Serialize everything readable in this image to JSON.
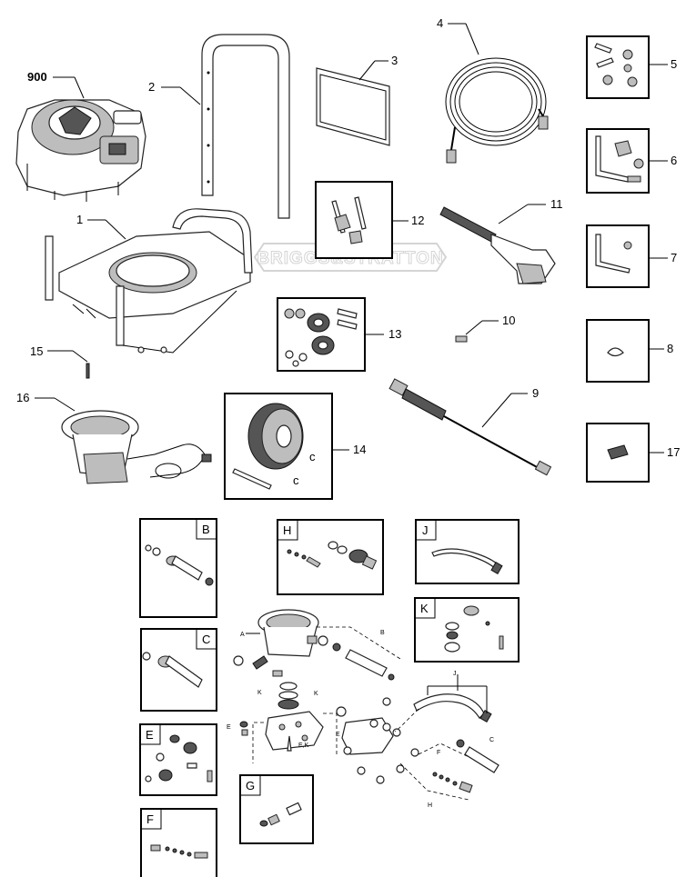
{
  "callouts": {
    "c900": "900",
    "c1": "1",
    "c2": "2",
    "c3": "3",
    "c4": "4",
    "c5": "5",
    "c6": "6",
    "c7": "7",
    "c8": "8",
    "c9": "9",
    "c10": "10",
    "c11": "11",
    "c12": "12",
    "c13": "13",
    "c14": "14",
    "c15": "15",
    "c16": "16",
    "c17": "17"
  },
  "kit_boxes": {
    "b": "B",
    "c": "C",
    "e": "E",
    "f": "F",
    "g": "G",
    "h": "H",
    "j": "J",
    "k": "K"
  },
  "pump_labels": {
    "a": "A",
    "b": "B",
    "c": "C",
    "e1": "E",
    "e2": "E",
    "f": "F",
    "h": "H",
    "j": "J",
    "k1": "K",
    "k2": "K",
    "ek": "E,K"
  },
  "watermark": "BRIGGS&STRATTON"
}
